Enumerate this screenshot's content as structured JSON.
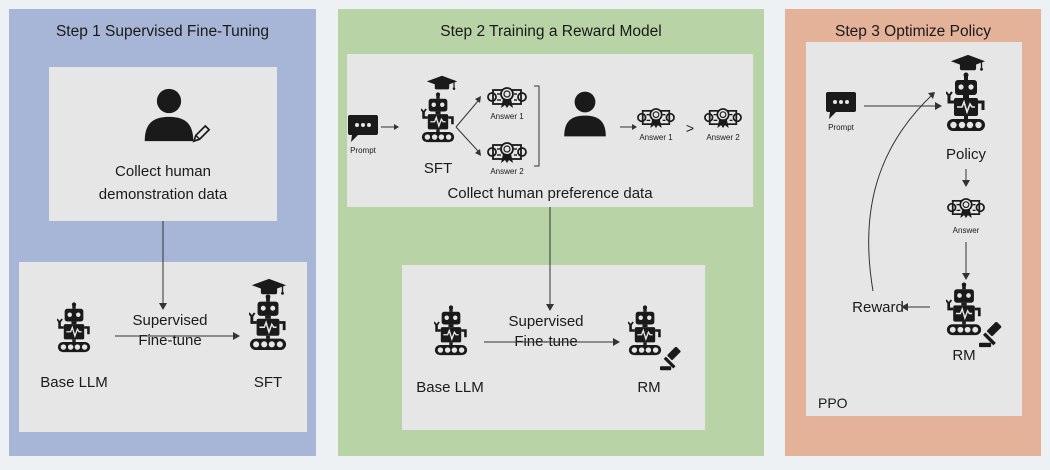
{
  "step1": {
    "title": "Step 1 Supervised Fine-Tuning",
    "collect_line1": "Collect human",
    "collect_line2": "demonstration data",
    "edge_label_line1": "Supervised",
    "edge_label_line2": "Fine-tune",
    "base_label": "Base LLM",
    "target_label": "SFT"
  },
  "step2": {
    "title": "Step 2 Training a Reward Model",
    "prompt_label": "Prompt",
    "sft_label": "SFT",
    "answer1_label": "Answer 1",
    "answer2_label": "Answer 2",
    "rank_answer1": "Answer 1",
    "rank_symbol": ">",
    "rank_answer2": "Answer 2",
    "collect_label": "Collect human preference data",
    "edge_label_line1": "Supervised",
    "edge_label_line2": "Fine-tune",
    "base_label": "Base LLM",
    "target_label": "RM"
  },
  "step3": {
    "title": "Step 3 Optimize Policy",
    "prompt_label": "Prompt",
    "policy_label": "Policy",
    "answer_label": "Answer",
    "reward_label": "Reward",
    "rm_label": "RM",
    "algo_label": "PPO"
  },
  "colors": {
    "step1_bg": "#a7b5d6",
    "step2_bg": "#b8d3a5",
    "step3_bg": "#e3b298",
    "box_bg": "#e6e6e6",
    "icon": "#1a1a1a"
  }
}
